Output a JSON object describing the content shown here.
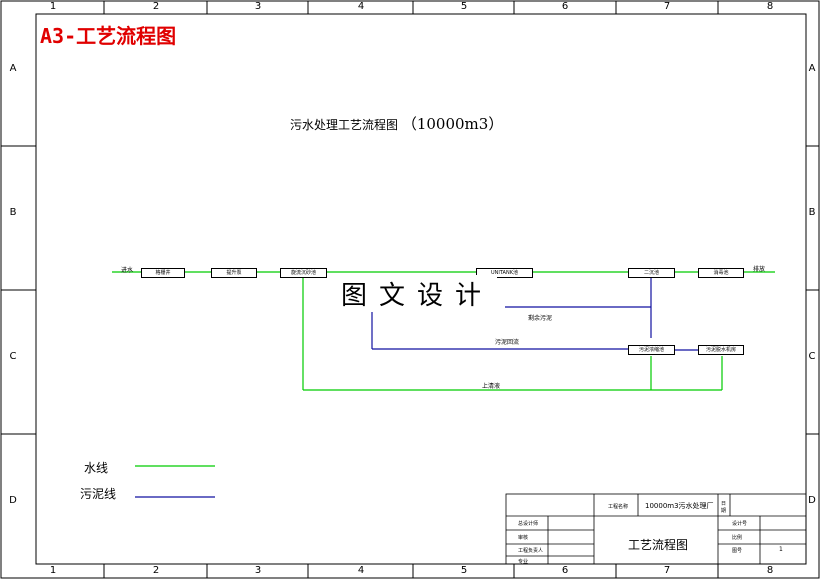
{
  "sheet": {
    "column_numbers": [
      "1",
      "2",
      "3",
      "4",
      "5",
      "6",
      "7",
      "8"
    ],
    "row_letters": [
      "A",
      "B",
      "C",
      "D"
    ],
    "size_label": "A3-工艺流程图"
  },
  "diagram": {
    "title": "污水处理工艺流程图",
    "capacity": "（10000m3）",
    "labels": {
      "inlet": "进水",
      "outlet": "排放",
      "sludge_reflux": "污泥回流",
      "waste_sludge": "剩余污泥",
      "supernatant": "上清液"
    },
    "units": {
      "coarse_screen": "格栅井",
      "lift_pump": "提升泵",
      "grit_chamber": "旋流沉砂池",
      "biochem_tank": "UNITANK池",
      "secondary_clarifier": "二沉池",
      "disinfection_tank": "消毒池",
      "sludge_thickener": "污泥浓缩池",
      "sludge_dewatering": "污泥脱水机房"
    },
    "watermark": "图文设计",
    "colors": {
      "water_line": "#00cc00",
      "sludge_line": "#1010a0",
      "frame": "#000000"
    }
  },
  "legend": {
    "water_line_label": "水线",
    "sludge_line_label": "污泥线"
  },
  "title_block": {
    "project_label": "工程名称",
    "project_value": "10000m3污水处理厂",
    "drawing_title": "工艺流程图",
    "rows_left": [
      "总设计师",
      "审核",
      "工程负责人",
      "专业"
    ],
    "rows_right": [
      "设计号",
      "比例",
      "图号"
    ],
    "sheet_no": "1",
    "side_label": "日期"
  }
}
